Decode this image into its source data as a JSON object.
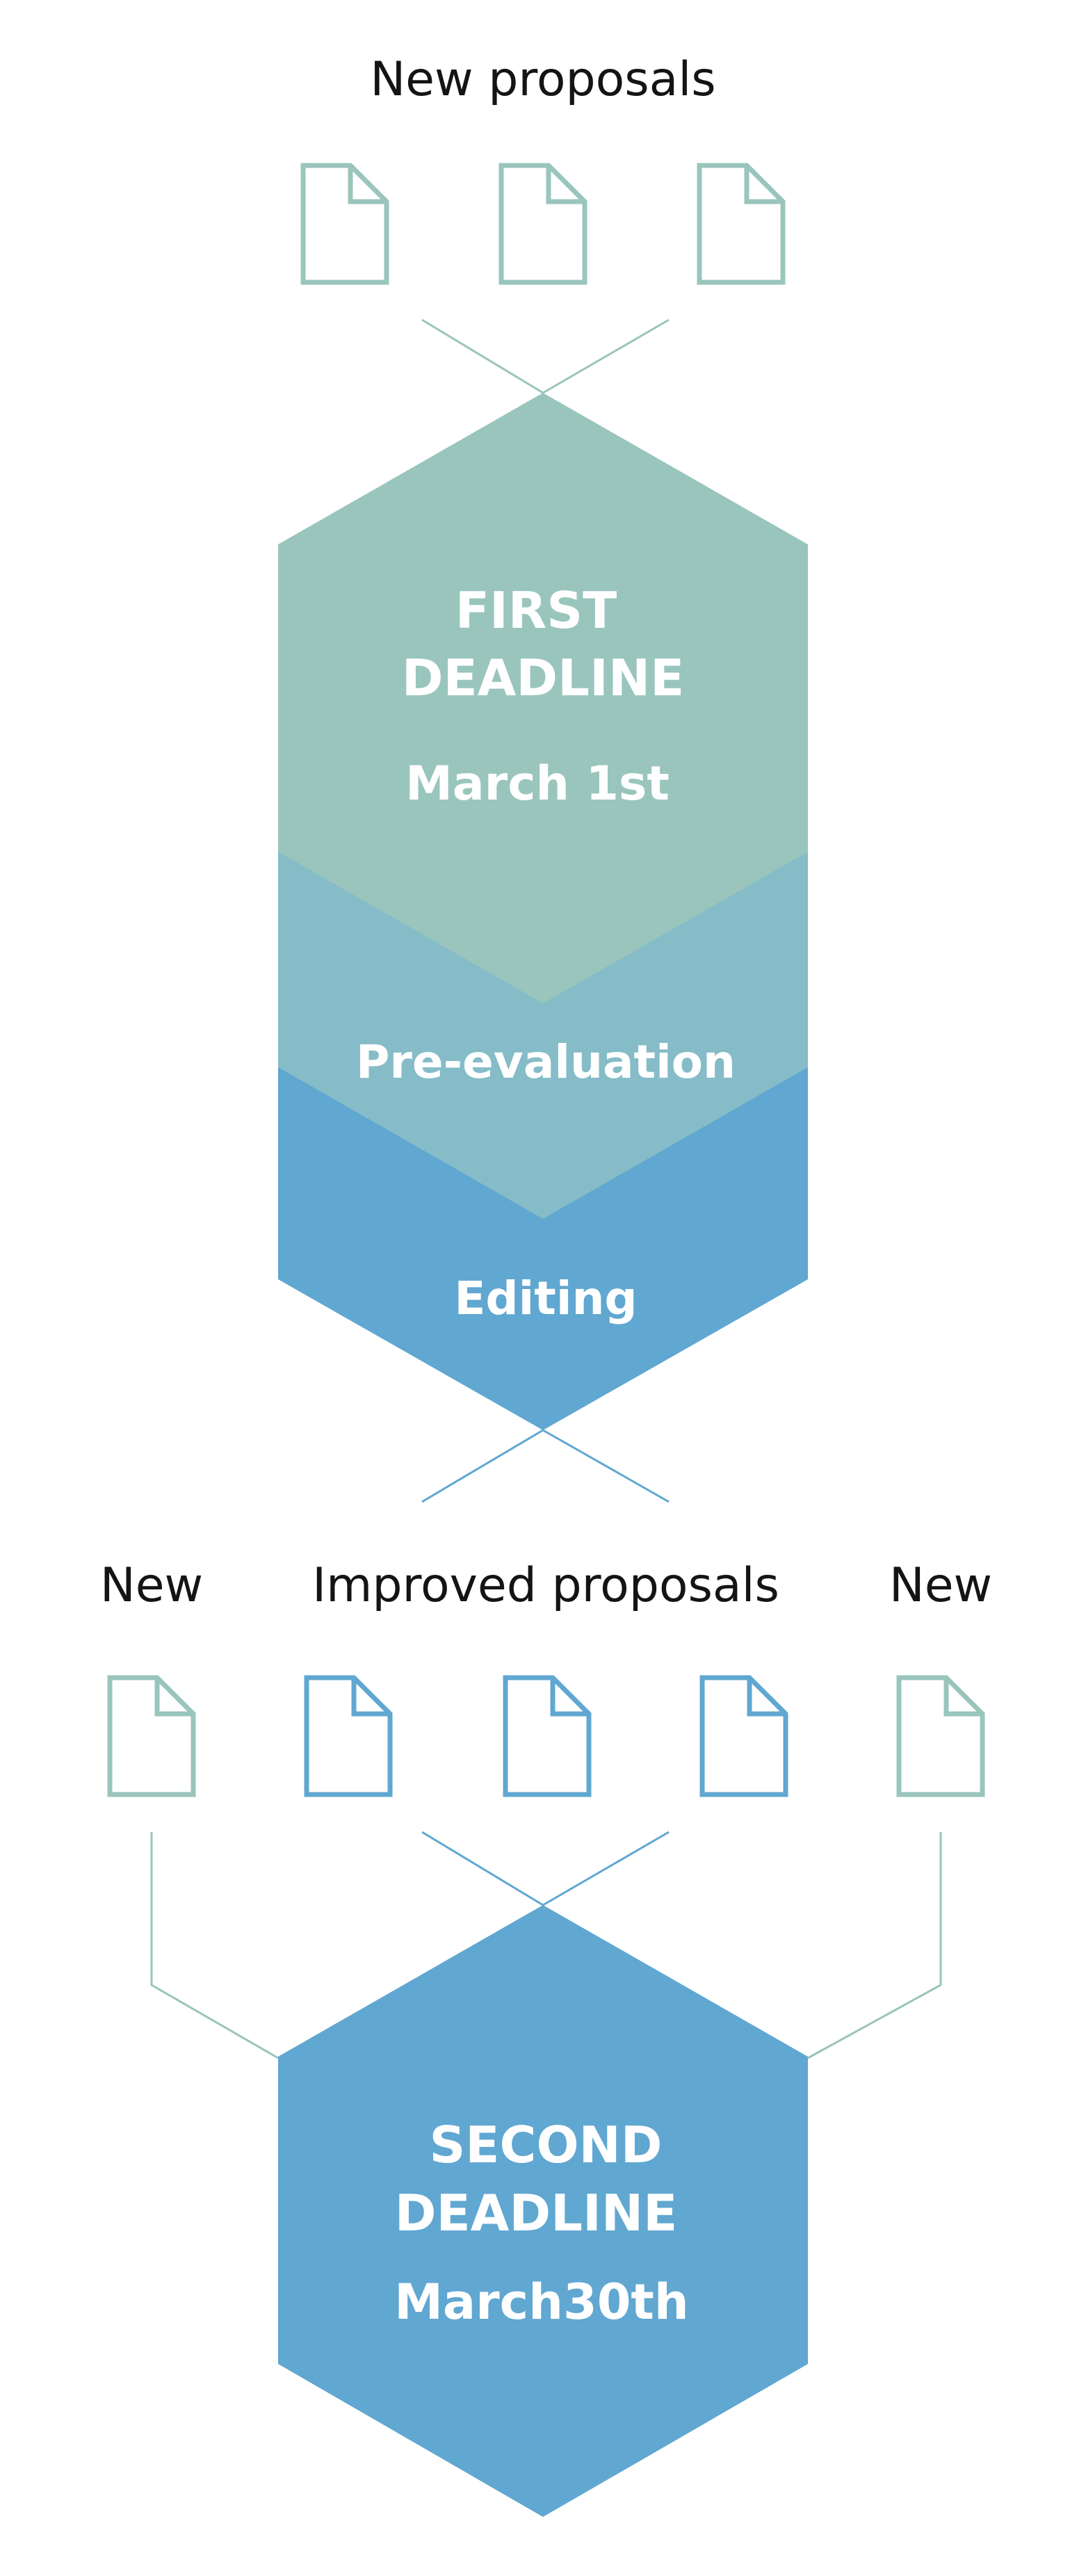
{
  "colors": {
    "green": "#99c5bc",
    "teal": "#85bcc8",
    "blue": "#60a7d1",
    "text_dark": "#141414",
    "text_light": "#ffffff"
  },
  "top": {
    "heading": "New proposals",
    "documents": [
      {
        "icon": "document-icon",
        "color": "green"
      },
      {
        "icon": "document-icon",
        "color": "green"
      },
      {
        "icon": "document-icon",
        "color": "green"
      }
    ]
  },
  "first_block": {
    "title_line1": "FIRST",
    "title_line2": "DEADLINE",
    "date": "March 1st",
    "stage_pre_evaluation": "Pre-evaluation",
    "stage_editing": "Editing"
  },
  "middle": {
    "left_label": "New",
    "center_label": "Improved proposals",
    "right_label": "New",
    "documents": [
      {
        "icon": "document-icon",
        "color": "green"
      },
      {
        "icon": "document-icon",
        "color": "blue"
      },
      {
        "icon": "document-icon",
        "color": "blue"
      },
      {
        "icon": "document-icon",
        "color": "blue"
      },
      {
        "icon": "document-icon",
        "color": "green"
      }
    ]
  },
  "second_block": {
    "title_line1": "SECOND",
    "title_line2": "DEADLINE",
    "date": "March30th"
  }
}
